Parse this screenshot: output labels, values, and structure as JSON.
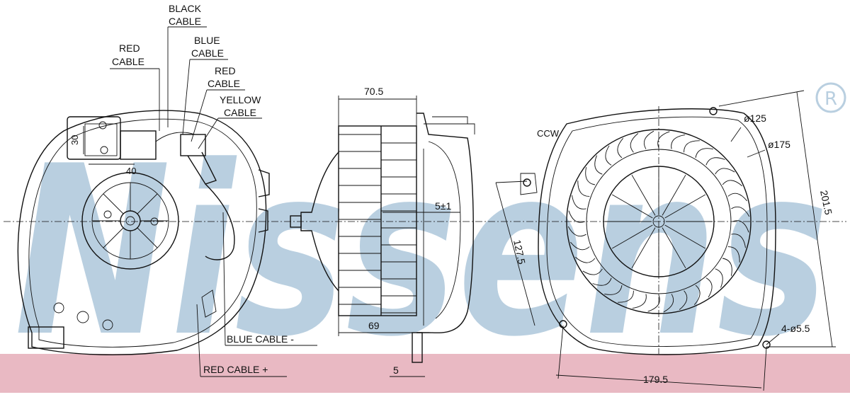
{
  "brand": {
    "watermark": "Nissens",
    "registered_mark": "®",
    "watermark_color": "#b9cfe0",
    "band_color": "#e9b9c3"
  },
  "left_view": {
    "labels": {
      "black_cable": [
        "BLACK",
        "CABLE"
      ],
      "red_cable_top": [
        "RED",
        "CABLE"
      ],
      "blue_cable_top": [
        "BLUE",
        "CABLE"
      ],
      "red_cable_mid": [
        "RED",
        "CABLE"
      ],
      "yellow_cable": [
        "YELLOW",
        "CABLE"
      ],
      "blue_cable_minus": "BLUE CABLE -",
      "red_cable_plus": "RED CABLE +"
    },
    "dimensions": {
      "connector_height": "30",
      "connector_width": "40"
    }
  },
  "middle_view": {
    "dimensions": {
      "top_width": "70.5",
      "bottom_width": "69",
      "offset": "5±1",
      "tab": "5"
    }
  },
  "right_view": {
    "rotation": "CCW",
    "dimensions": {
      "inner_diameter": "ø125",
      "outer_diameter": "ø175",
      "height": "201.5",
      "side": "127.5",
      "holes": "4-ø5.5",
      "width": "179.5"
    }
  }
}
